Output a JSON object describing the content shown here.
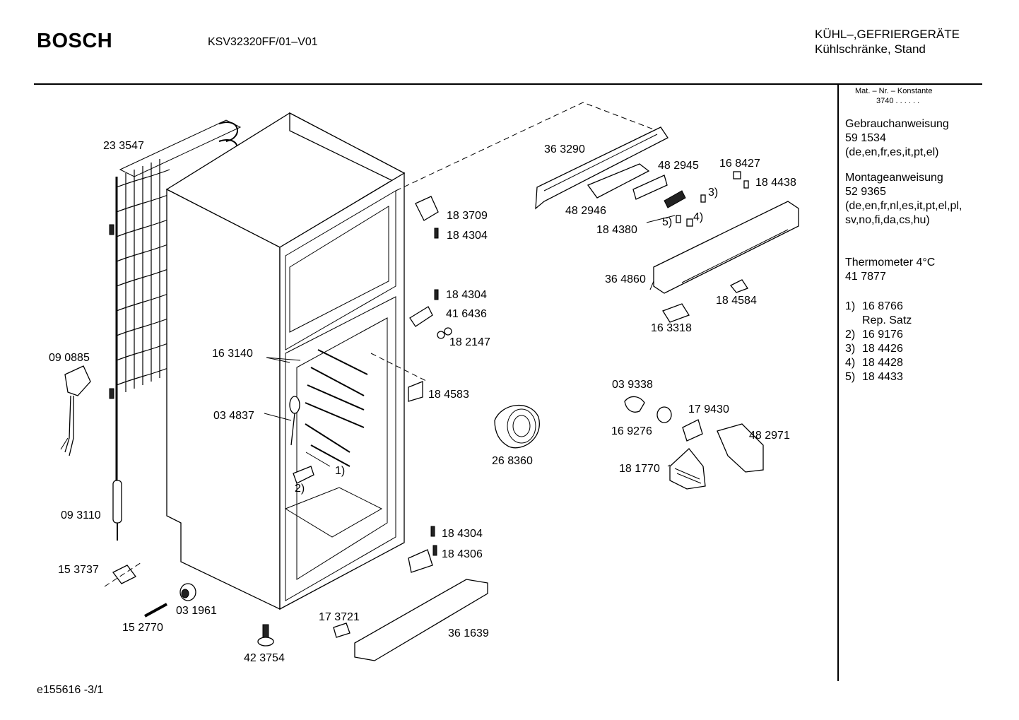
{
  "header": {
    "brand": "BOSCH",
    "model": "KSV32320FF/01–V01",
    "category_line1": "KÜHL–,GEFRIERGERÄTE",
    "category_line2": "Kühlschränke, Stand"
  },
  "footer": {
    "code": "e155616   -3/1"
  },
  "sidebar": {
    "mat_title": "Mat. – Nr. – Konstante",
    "mat_value": "3740  .  .  .  .  .  .",
    "manual_title": "Gebrauchanweisung",
    "manual_number": "59 1534",
    "manual_langs": "(de,en,fr,es,it,pt,el)",
    "assembly_title": "Montageanweisung",
    "assembly_number": "52 9365",
    "assembly_langs1": "(de,en,fr,nl,es,it,pt,el,pl,",
    "assembly_langs2": "sv,no,fi,da,cs,hu)",
    "thermo_title": "Thermometer 4°C",
    "thermo_number": "41 7877",
    "footnotes": [
      {
        "n": "1)",
        "v": "16 8766"
      },
      {
        "n": "",
        "v": "Rep. Satz"
      },
      {
        "n": "2)",
        "v": "16 9176"
      },
      {
        "n": "3)",
        "v": "18 4426"
      },
      {
        "n": "4)",
        "v": "18 4428"
      },
      {
        "n": "5)",
        "v": "18 4433"
      }
    ]
  },
  "labels": {
    "p233547": "23 3547",
    "p090885": "09 0885",
    "p093110": "09 3110",
    "p153737": "15 3737",
    "p152770": "15 2770",
    "p031961": "03 1961",
    "p423754": "42 3754",
    "p173721": "17 3721",
    "p361639": "36 1639",
    "p163140": "16 3140",
    "p034837": "03 4837",
    "p183709": "18 3709",
    "p184304a": "18 4304",
    "p184304b": "18 4304",
    "p416436": "41 6436",
    "p182147": "18 2147",
    "p184583": "18 4583",
    "p268360": "26 8360",
    "p184304c": "18 4304",
    "p184306": "18 4306",
    "p363290": "36 3290",
    "p482945": "48 2945",
    "p168427": "16 8427",
    "p184438": "18 4438",
    "p482946": "48 2946",
    "p184380": "18 4380",
    "p364860": "36 4860",
    "p184584": "18 4584",
    "p163318": "16 3318",
    "p039338": "03 9338",
    "p169276": "16 9276",
    "p179430": "17 9430",
    "p482971": "48 2971",
    "p181770": "18 1770",
    "n1": "1)",
    "n2": "2)",
    "n3": "3)",
    "n4": "4)",
    "n5": "5)"
  }
}
